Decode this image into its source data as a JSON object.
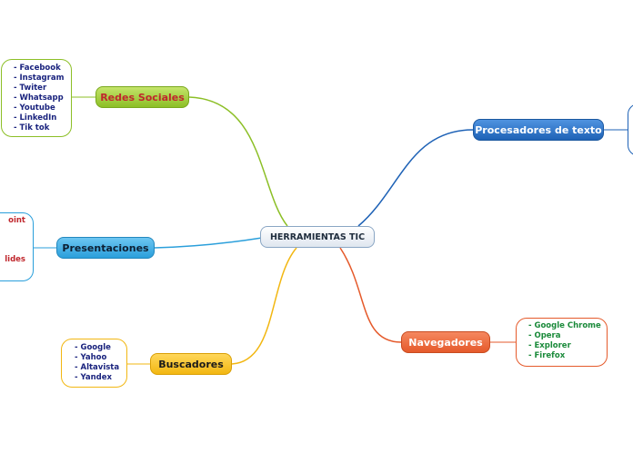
{
  "central": {
    "label": "HERRAMIENTAS TIC"
  },
  "branches": {
    "redes": {
      "label": "Redes Sociales",
      "color": "#8cbf26",
      "items": [
        "- Facebook",
        "- Instagram",
        "- Twiter",
        "- Whatsapp",
        "- Youtube",
        "- LinkedIn",
        "- Tik tok"
      ]
    },
    "presentaciones": {
      "label": "Presentaciones",
      "color": "#2a9fdb",
      "items": [
        "oint",
        "lides"
      ]
    },
    "buscadores": {
      "label": "Buscadores",
      "color": "#f2b712",
      "items": [
        "- Google",
        "- Yahoo",
        "- Altavista",
        "- Yandex"
      ]
    },
    "procesadores": {
      "label": "Procesadores de texto",
      "color": "#1e62b6",
      "items": []
    },
    "navegadores": {
      "label": "Navegadores",
      "color": "#e55a2b",
      "items": [
        "- Google Chrome",
        "- Opera",
        "- Explorer",
        "- Firefox"
      ]
    }
  }
}
